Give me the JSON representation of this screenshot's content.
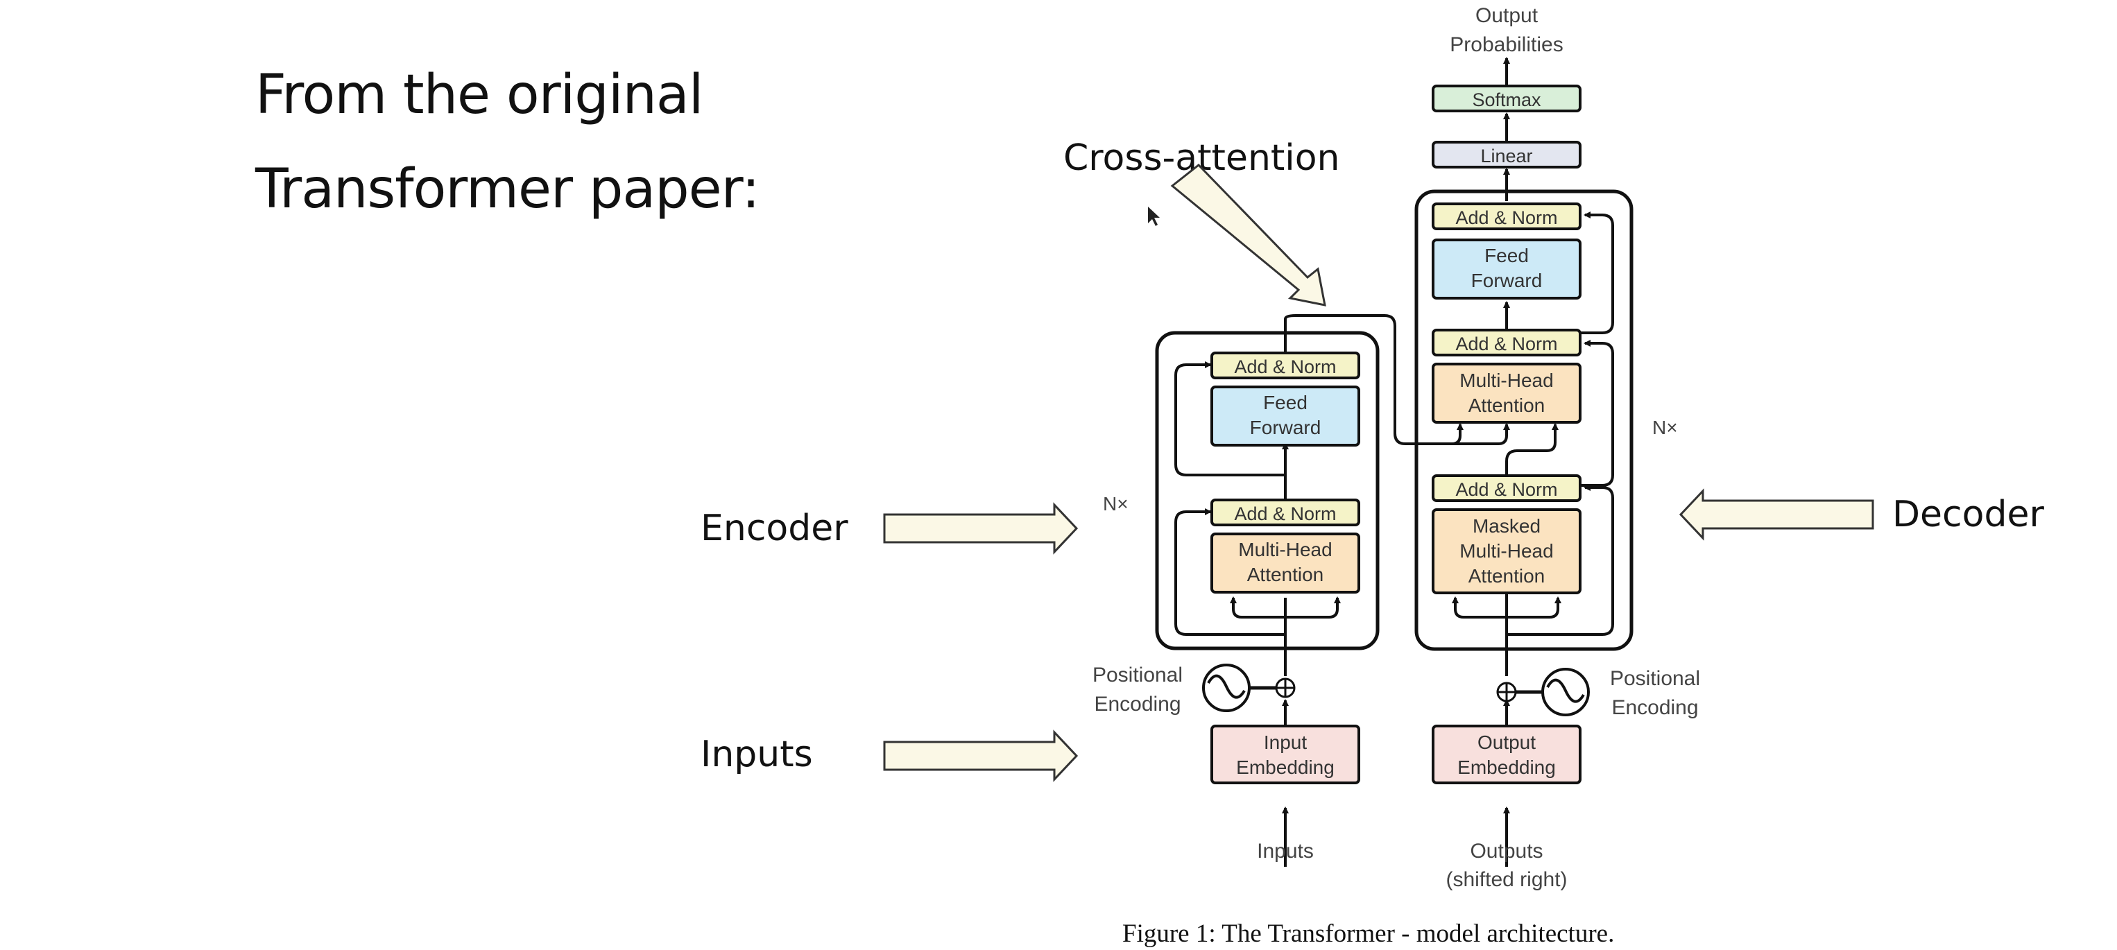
{
  "slide": {
    "title_line1": "From the original",
    "title_line2": "Transformer paper:",
    "callouts": {
      "cross_attention": "Cross-attention",
      "encoder": "Encoder",
      "decoder": "Decoder",
      "inputs": "Inputs"
    }
  },
  "diagram": {
    "colors": {
      "add_norm": "#f5f3c8",
      "feed_forward": "#cdeaf7",
      "attention": "#fbe3c0",
      "embedding": "#f8e0dd",
      "linear": "#e3e6f0",
      "softmax": "#d9efd9",
      "callout_arrow": "#fbf8e6"
    },
    "output_label_1": "Output",
    "output_label_2": "Probabilities",
    "softmax": "Softmax",
    "linear": "Linear",
    "nx": "N×",
    "encoder": {
      "add_norm_top": "Add & Norm",
      "feed_forward_1": "Feed",
      "feed_forward_2": "Forward",
      "add_norm_bottom": "Add & Norm",
      "mha_1": "Multi-Head",
      "mha_2": "Attention",
      "nx": "N×"
    },
    "decoder": {
      "add_norm_top": "Add & Norm",
      "feed_forward_1": "Feed",
      "feed_forward_2": "Forward",
      "add_norm_mid": "Add & Norm",
      "mha_1": "Multi-Head",
      "mha_2": "Attention",
      "add_norm_bottom": "Add & Norm",
      "masked_1": "Masked",
      "masked_2": "Multi-Head",
      "masked_3": "Attention",
      "nx": "N×"
    },
    "pos_enc_left_1": "Positional",
    "pos_enc_left_2": "Encoding",
    "pos_enc_right_1": "Positional",
    "pos_enc_right_2": "Encoding",
    "input_embedding_1": "Input",
    "input_embedding_2": "Embedding",
    "output_embedding_1": "Output",
    "output_embedding_2": "Embedding",
    "inputs_label": "Inputs",
    "outputs_label_1": "Outputs",
    "outputs_label_2": "(shifted right)",
    "caption": "Figure 1: The Transformer - model architecture."
  }
}
